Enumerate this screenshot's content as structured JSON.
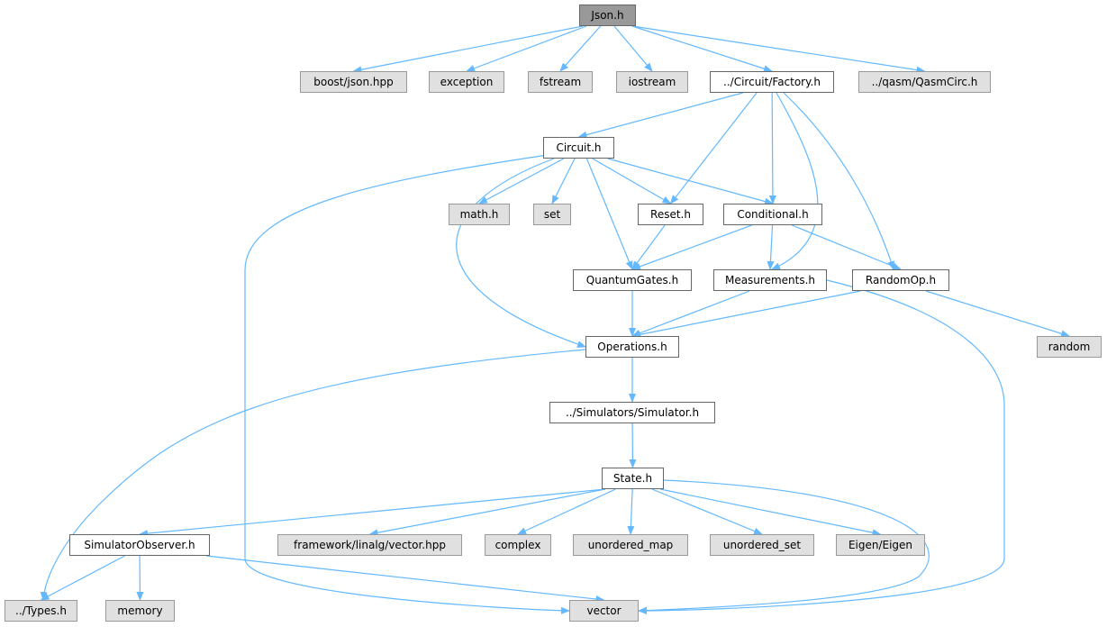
{
  "colors": {
    "edge": "#63b8ff",
    "root_fill": "#999999",
    "external_fill": "#e0e0e0",
    "internal_fill": "#ffffff"
  },
  "nodes": [
    {
      "id": "json",
      "label": "Json.h",
      "type": "root"
    },
    {
      "id": "boostjson",
      "label": "boost/json.hpp",
      "type": "external"
    },
    {
      "id": "exception",
      "label": "exception",
      "type": "external"
    },
    {
      "id": "fstream",
      "label": "fstream",
      "type": "external"
    },
    {
      "id": "iostream",
      "label": "iostream",
      "type": "external"
    },
    {
      "id": "factory",
      "label": "../Circuit/Factory.h",
      "type": "internal"
    },
    {
      "id": "qasmcirc",
      "label": "../qasm/QasmCirc.h",
      "type": "external"
    },
    {
      "id": "circuit",
      "label": "Circuit.h",
      "type": "internal"
    },
    {
      "id": "math",
      "label": "math.h",
      "type": "external"
    },
    {
      "id": "set",
      "label": "set",
      "type": "external"
    },
    {
      "id": "reset",
      "label": "Reset.h",
      "type": "internal"
    },
    {
      "id": "conditional",
      "label": "Conditional.h",
      "type": "internal"
    },
    {
      "id": "quantumgates",
      "label": "QuantumGates.h",
      "type": "internal"
    },
    {
      "id": "measurements",
      "label": "Measurements.h",
      "type": "internal"
    },
    {
      "id": "randomop",
      "label": "RandomOp.h",
      "type": "internal"
    },
    {
      "id": "random",
      "label": "random",
      "type": "external"
    },
    {
      "id": "operations",
      "label": "Operations.h",
      "type": "internal"
    },
    {
      "id": "simulator",
      "label": "../Simulators/Simulator.h",
      "type": "internal"
    },
    {
      "id": "state",
      "label": "State.h",
      "type": "internal"
    },
    {
      "id": "observer",
      "label": "SimulatorObserver.h",
      "type": "internal"
    },
    {
      "id": "linalgvector",
      "label": "framework/linalg/vector.hpp",
      "type": "external"
    },
    {
      "id": "complex",
      "label": "complex",
      "type": "external"
    },
    {
      "id": "umap",
      "label": "unordered_map",
      "type": "external"
    },
    {
      "id": "uset",
      "label": "unordered_set",
      "type": "external"
    },
    {
      "id": "eigen",
      "label": "Eigen/Eigen",
      "type": "external"
    },
    {
      "id": "types",
      "label": "../Types.h",
      "type": "external"
    },
    {
      "id": "memory",
      "label": "memory",
      "type": "external"
    },
    {
      "id": "vector",
      "label": "vector",
      "type": "external"
    }
  ],
  "edges": [
    [
      "json",
      "boostjson"
    ],
    [
      "json",
      "exception"
    ],
    [
      "json",
      "fstream"
    ],
    [
      "json",
      "iostream"
    ],
    [
      "json",
      "factory"
    ],
    [
      "json",
      "qasmcirc"
    ],
    [
      "factory",
      "circuit"
    ],
    [
      "factory",
      "reset"
    ],
    [
      "factory",
      "conditional"
    ],
    [
      "factory",
      "measurements"
    ],
    [
      "factory",
      "randomop"
    ],
    [
      "circuit",
      "math"
    ],
    [
      "circuit",
      "set"
    ],
    [
      "circuit",
      "reset"
    ],
    [
      "circuit",
      "conditional"
    ],
    [
      "circuit",
      "quantumgates"
    ],
    [
      "circuit",
      "operations"
    ],
    [
      "circuit",
      "vector"
    ],
    [
      "reset",
      "quantumgates"
    ],
    [
      "conditional",
      "quantumgates"
    ],
    [
      "conditional",
      "measurements"
    ],
    [
      "conditional",
      "randomop"
    ],
    [
      "quantumgates",
      "operations"
    ],
    [
      "measurements",
      "operations"
    ],
    [
      "measurements",
      "vector"
    ],
    [
      "randomop",
      "operations"
    ],
    [
      "randomop",
      "random"
    ],
    [
      "operations",
      "simulator"
    ],
    [
      "operations",
      "types"
    ],
    [
      "simulator",
      "state"
    ],
    [
      "state",
      "observer"
    ],
    [
      "state",
      "linalgvector"
    ],
    [
      "state",
      "complex"
    ],
    [
      "state",
      "umap"
    ],
    [
      "state",
      "uset"
    ],
    [
      "state",
      "eigen"
    ],
    [
      "state",
      "vector"
    ],
    [
      "observer",
      "types"
    ],
    [
      "observer",
      "memory"
    ],
    [
      "observer",
      "vector"
    ]
  ]
}
